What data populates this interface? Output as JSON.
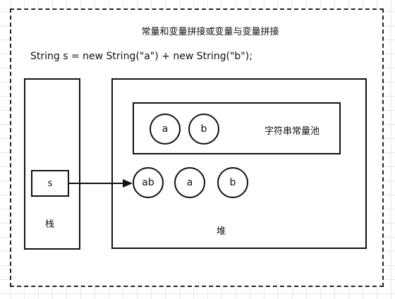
{
  "diagram": {
    "title": "常量和变量拼接或变量与变量拼接",
    "code_line": "String s = new String(\"a\") + new String(\"b\");",
    "stack": {
      "label": "栈",
      "variable": "s"
    },
    "heap": {
      "label": "堆",
      "objects": [
        "ab",
        "a",
        "b"
      ],
      "string_pool": {
        "label": "字符串常量池",
        "entries": [
          "a",
          "b"
        ]
      }
    },
    "arrow": {
      "from": "s",
      "to": "ab"
    }
  }
}
